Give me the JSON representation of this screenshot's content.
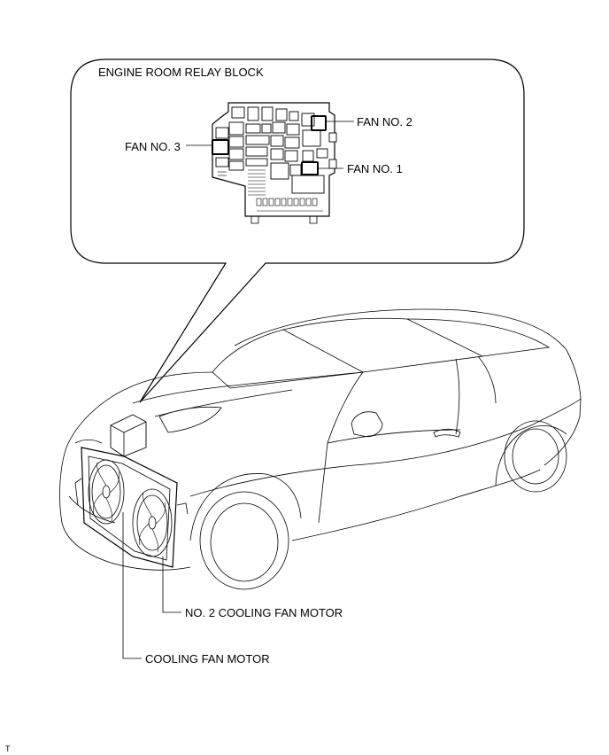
{
  "callout": {
    "title": "ENGINE ROOM RELAY BLOCK",
    "fan_no2": "FAN NO. 2",
    "fan_no3": "FAN NO. 3",
    "fan_no1": "FAN NO. 1"
  },
  "labels": {
    "no2_cooling_fan_motor": "NO. 2 COOLING FAN MOTOR",
    "cooling_fan_motor": "COOLING FAN MOTOR"
  },
  "corner_mark": "T"
}
